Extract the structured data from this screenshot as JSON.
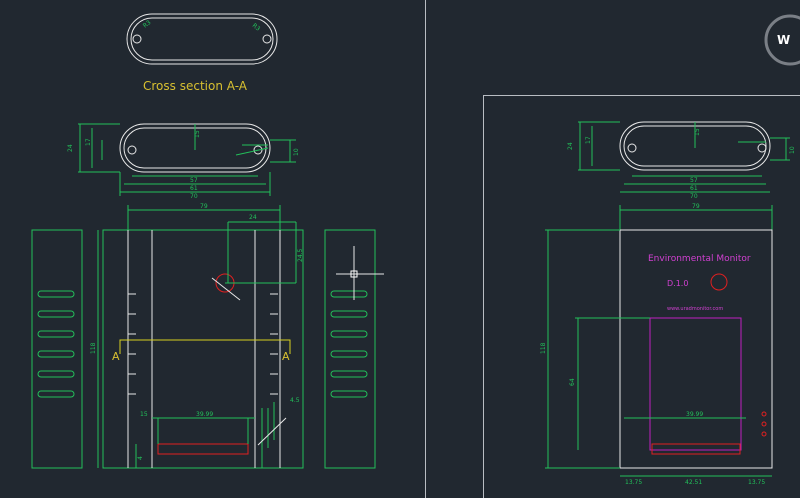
{
  "left_viewport": {
    "cross_section_title": "Cross section A-A",
    "section_label_a": "A",
    "dims": {
      "width_79": "79",
      "width_24": "24",
      "height_24_5": "24.5",
      "height_118": "118",
      "dim_24": "24",
      "dim_17": "17",
      "dim_15": "15",
      "dim_57": "57",
      "dim_61": "61",
      "dim_70": "70",
      "dim_10": "10",
      "dim_3993": "39.99",
      "dim_15b": "15",
      "dim_45": "4.5",
      "dim_4": "4"
    }
  },
  "right_viewport": {
    "title": "Environmental Monitor",
    "version": "D.1.0",
    "url": "www.uradmonitor.com",
    "dims": {
      "width_79": "79",
      "height_118": "118",
      "dim_64": "64",
      "dim_3993": "39.99",
      "dim_1375a": "13.75",
      "dim_4251": "42.51",
      "dim_1375b": "13.75",
      "dim_57": "57",
      "dim_61": "61",
      "dim_70": "70",
      "dim_24": "24",
      "dim_17": "17",
      "dim_15": "15",
      "dim_10": "10"
    },
    "viewcube_label": "W"
  }
}
